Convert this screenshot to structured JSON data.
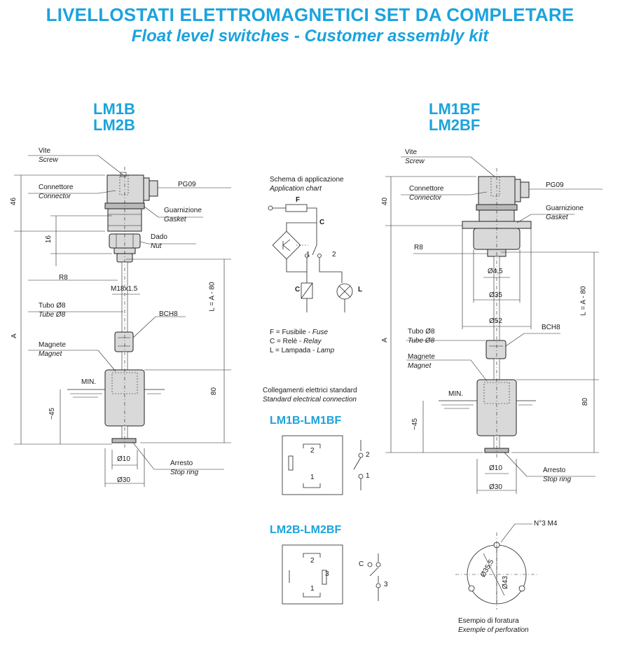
{
  "header": {
    "title_it": "LIVELLOSTATI ELETTROMAGNETICI SET DA COMPLETARE",
    "title_en": "Float level switches - Customer assembly kit"
  },
  "left_model": {
    "line1": "LM1B",
    "line2": "LM2B"
  },
  "right_model": {
    "line1": "LM1BF",
    "line2": "LM2BF"
  },
  "parts": {
    "screw": {
      "it": "Vite",
      "en": "Screw"
    },
    "connector": {
      "it": "Connettore",
      "en": "Connector"
    },
    "gasket": {
      "it": "Guarnizione",
      "en": "Gasket"
    },
    "nut": {
      "it": "Dado",
      "en": "Nut"
    },
    "tube": {
      "it": "Tubo Ø8",
      "en": "Tube Ø8"
    },
    "magnet": {
      "it": "Magnete",
      "en": "Magnet"
    },
    "stop_ring": {
      "it": "Arresto",
      "en": "Stop ring"
    }
  },
  "left_dims": {
    "pg": "PG09",
    "h46": "46",
    "h16": "16",
    "r8": "R8",
    "m18": "M18x1.5",
    "bch": "BCH8",
    "A": "A",
    "L": "L = A - 80",
    "h80": "80",
    "min": "MIN.",
    "h45": "~45",
    "d10": "Ø10",
    "d30": "Ø30"
  },
  "right_dims": {
    "pg": "PG09",
    "h40": "40",
    "r8": "R8",
    "d45": "Ø4,5",
    "d35": "Ø35",
    "d52": "Ø52",
    "bch": "BCH8",
    "A": "A",
    "L": "L = A - 80",
    "h80": "80",
    "min": "MIN.",
    "h45": "~45",
    "d10": "Ø10",
    "d30": "Ø30"
  },
  "application_chart": {
    "title_it": "Schema di applicazione",
    "title_en": "Application chart",
    "label_F": "F",
    "label_C": "C",
    "label_C2": "C",
    "label_L": "L",
    "pin1": "1",
    "pin2": "2",
    "legend": [
      {
        "it": "F = Fusibile - ",
        "en": "Fuse"
      },
      {
        "it": "C = Relè - ",
        "en": "Relay"
      },
      {
        "it": "L = Lampada - ",
        "en": "Lamp"
      }
    ]
  },
  "standard_connection": {
    "title_it": "Collegamenti elettrici standard",
    "title_en": "Standard electrical connection",
    "type1": "LM1B-LM1BF",
    "type2": "LM2B-LM2BF",
    "pins": {
      "p1": "1",
      "p2": "2",
      "p3": "3",
      "c": "C"
    }
  },
  "perforation": {
    "holes": "N°3 M4",
    "d355": "Ø35,5",
    "d43": "Ø43",
    "caption_it": "Esempio di foratura",
    "caption_en": "Exemple of perforation"
  }
}
